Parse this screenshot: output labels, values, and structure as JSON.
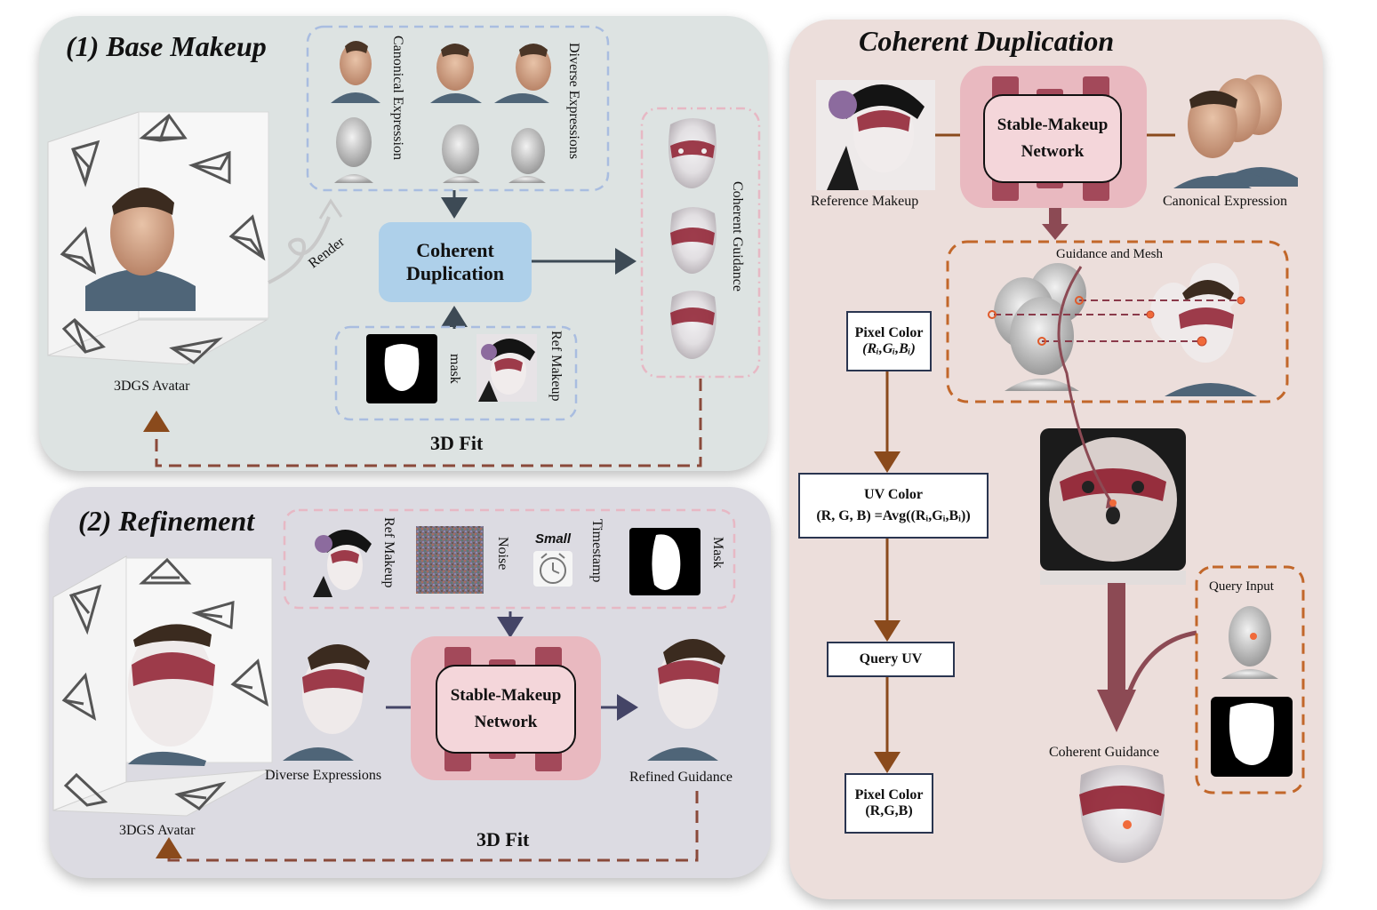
{
  "panel1": {
    "title": "(1) Base Makeup",
    "canonical_label": "Canonical  Expression",
    "diverse_label": "Diverse Expressions",
    "render_label": "Render",
    "avatar_label": "3DGS Avatar",
    "dup_line1": "Coherent",
    "dup_line2": "Duplication",
    "mask_label": "mask",
    "ref_label": "Ref  Makeup",
    "guidance_label": "Coherent Guidance",
    "fit_label": "3D Fit"
  },
  "panel2": {
    "title": "(2) Refinement",
    "ref_label": "Ref  Makeup",
    "noise_label": "Noise",
    "small_label": "Small",
    "timestamp_label": "Timestamp",
    "mask_label": "Mask",
    "diverse_label": "Diverse Expressions",
    "net_line1": "Stable-Makeup",
    "net_line2": "Network",
    "refined_label": "Refined Guidance",
    "avatar_label": "3DGS Avatar",
    "fit_label": "3D Fit"
  },
  "panel3": {
    "title": "Coherent Duplication",
    "ref_label": "Reference Makeup",
    "net_line1": "Stable-Makeup",
    "net_line2": "Network",
    "canonical_label": "Canonical  Expression",
    "guidance_mesh_label": "Guidance and Mesh",
    "pixel_color_1_line1": "Pixel Color",
    "pixel_color_1_line2": "(Rᵢ,Gᵢ,Bᵢ)",
    "uv_color_line1": "UV Color",
    "uv_color_line2": "(R, G, B) =Avg((Rᵢ,Gᵢ,Bᵢ))",
    "query_uv": "Query UV",
    "pixel_color_2_line1": "Pixel Color",
    "pixel_color_2_line2": "(R,G,B)",
    "query_input_label": "Query Input",
    "coherent_guidance_label": "Coherent Guidance"
  },
  "colors": {
    "arrow_dark": "#3d4a55",
    "arrow_brown": "#8a4a1c",
    "dashed_blue": "#a9bde0",
    "dashed_pink": "#e7b8c4",
    "dashed_orange": "#c2672a",
    "network_pink": "#e9b9c0",
    "network_bar": "#a3495a",
    "dup_box": "#aed0ea"
  }
}
